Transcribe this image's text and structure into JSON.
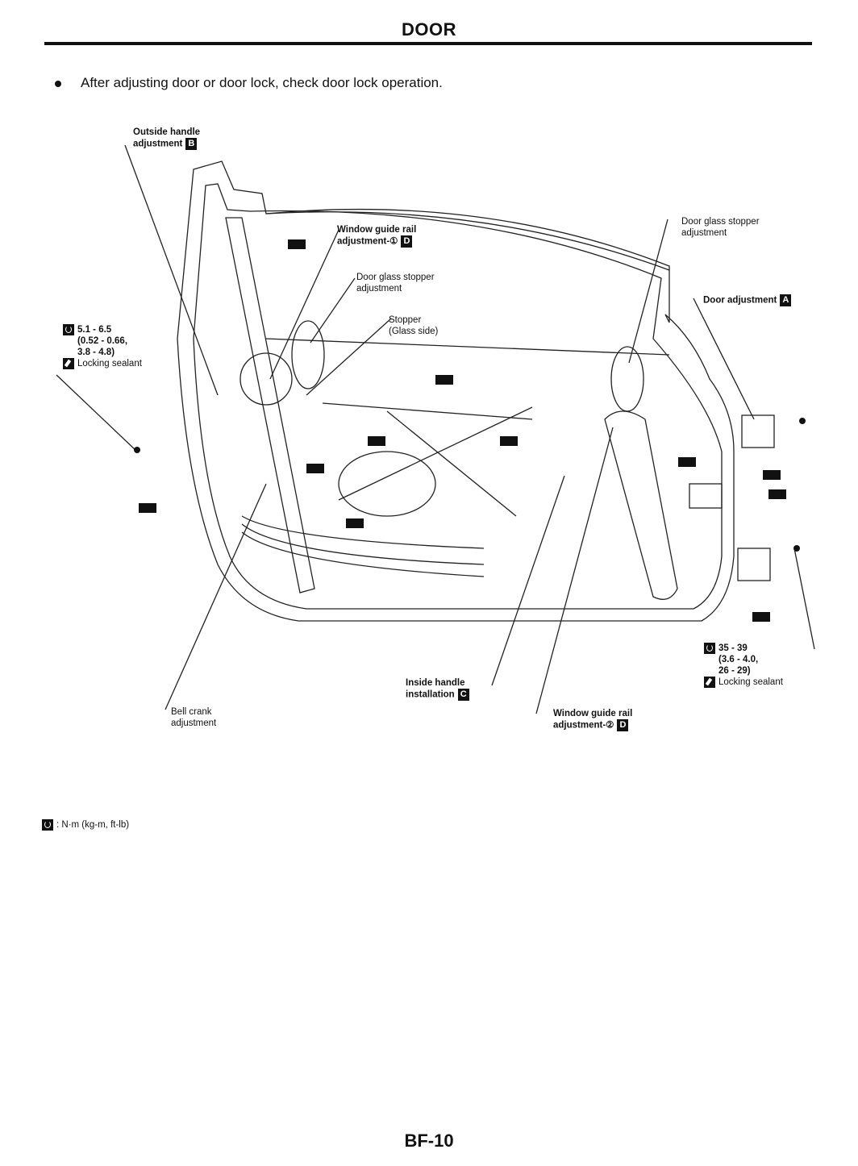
{
  "page": {
    "title": "DOOR",
    "note": "After adjusting door or door lock, check door lock operation.",
    "page_number": "BF-10"
  },
  "labels": {
    "outside_handle": {
      "line1": "Outside handle",
      "line2": "adjustment",
      "tag": "B"
    },
    "window_guide_rail_1": {
      "line1": "Window guide rail",
      "line2": "adjustment-①",
      "tag": "D"
    },
    "door_glass_stopper_left": {
      "line1": "Door glass stopper",
      "line2": "adjustment"
    },
    "stopper_glass_side": {
      "line1": "Stopper",
      "line2": "(Glass side)"
    },
    "door_glass_stopper_right": {
      "line1": "Door glass stopper",
      "line2": "adjustment"
    },
    "door_adjustment": {
      "text": "Door adjustment",
      "tag": "A"
    },
    "torque_left": {
      "line1": "5.1 - 6.5",
      "line2": "(0.52 - 0.66,",
      "line3": "3.8 - 4.8)",
      "sealant": "Locking sealant",
      "torque_icon": "torque-wrench-icon",
      "sealant_icon": "locking-sealant-icon"
    },
    "torque_right": {
      "line1": "35 - 39",
      "line2": "(3.6 - 4.0,",
      "line3": "26 - 29)",
      "sealant": "Locking sealant",
      "torque_icon": "torque-wrench-icon",
      "sealant_icon": "locking-sealant-icon"
    },
    "inside_handle": {
      "line1": "Inside handle",
      "line2": "installation",
      "tag": "C"
    },
    "window_guide_rail_2": {
      "line1": "Window guide rail",
      "line2": "adjustment-②",
      "tag": "D"
    },
    "bell_crank": {
      "line1": "Bell crank",
      "line2": "adjustment"
    }
  },
  "legend": {
    "icon": "torque-wrench-icon",
    "text": ": N·m (kg-m, ft-lb)"
  },
  "grease_tag_icon": "grease-point-icon"
}
